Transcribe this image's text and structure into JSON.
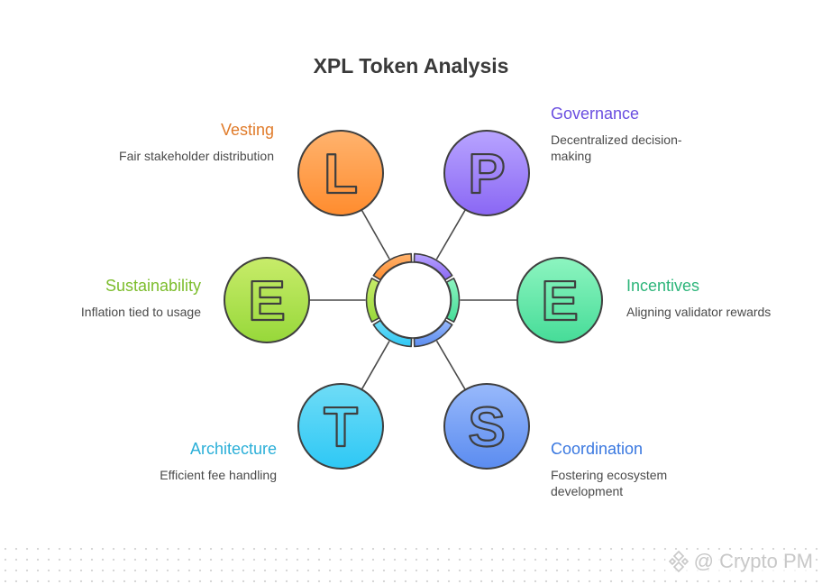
{
  "title": "XPL Token Analysis",
  "colors": {
    "vesting": "#e07b2a",
    "governance": "#6a4ee0",
    "sustainability": "#7cbd2c",
    "incentives": "#2db57a",
    "architecture": "#2bafd8",
    "coordination": "#3a78e0",
    "outline": "#3f3f3f"
  },
  "nodes": [
    {
      "letter": "L",
      "heading": "Vesting",
      "description": [
        "Fair stakeholder distribution"
      ]
    },
    {
      "letter": "P",
      "heading": "Governance",
      "description": [
        "Decentralized decision-",
        "making"
      ]
    },
    {
      "letter": "E",
      "heading": "Sustainability",
      "description": [
        "Inflation tied to usage"
      ]
    },
    {
      "letter": "E",
      "heading": "Incentives",
      "description": [
        "Aligning validator rewards"
      ]
    },
    {
      "letter": "T",
      "heading": "Architecture",
      "description": [
        "Efficient fee handling"
      ]
    },
    {
      "letter": "S",
      "heading": "Coordination",
      "description": [
        "Fostering ecosystem",
        "development"
      ]
    }
  ],
  "watermark": {
    "text": "@ Crypto PM",
    "icon": "binance-logo-icon"
  }
}
